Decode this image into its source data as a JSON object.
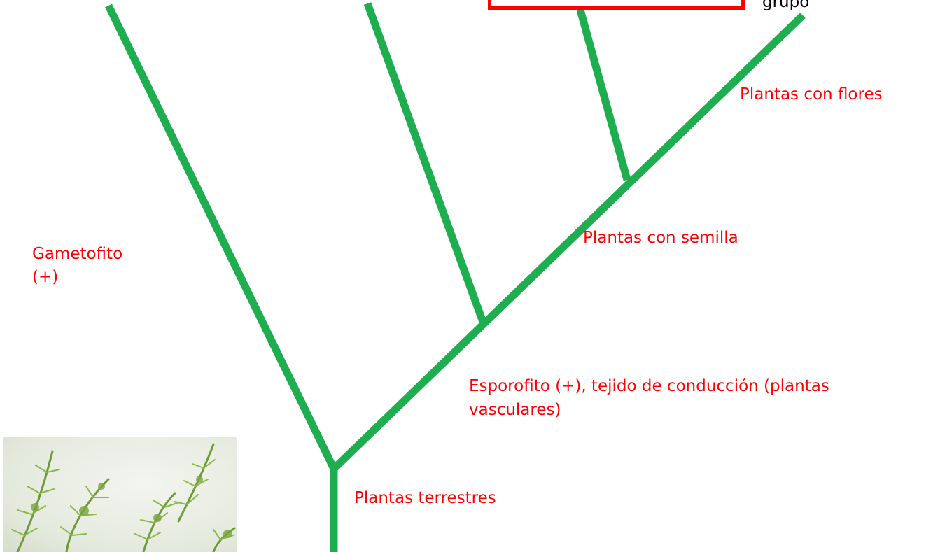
{
  "colors": {
    "branch": "#1fae4f",
    "label": "#ff0000",
    "header_text": "#000000",
    "highlight_box": "#ff0000"
  },
  "labels": {
    "gametofito": "Gametofito",
    "gametofito_sign": "(+)",
    "plantas_con_semilla": "Plantas con semilla",
    "plantas_con_flores": "Plantas con flores",
    "esporofito_line1": "Esporofito (+), tejido de conducción (plantas",
    "esporofito_line2": "vasculares)",
    "plantas_terrestres": "Plantas terrestres",
    "top_partial_text": "grupo"
  },
  "photo": {
    "subject": "green aquatic plant specimen"
  }
}
